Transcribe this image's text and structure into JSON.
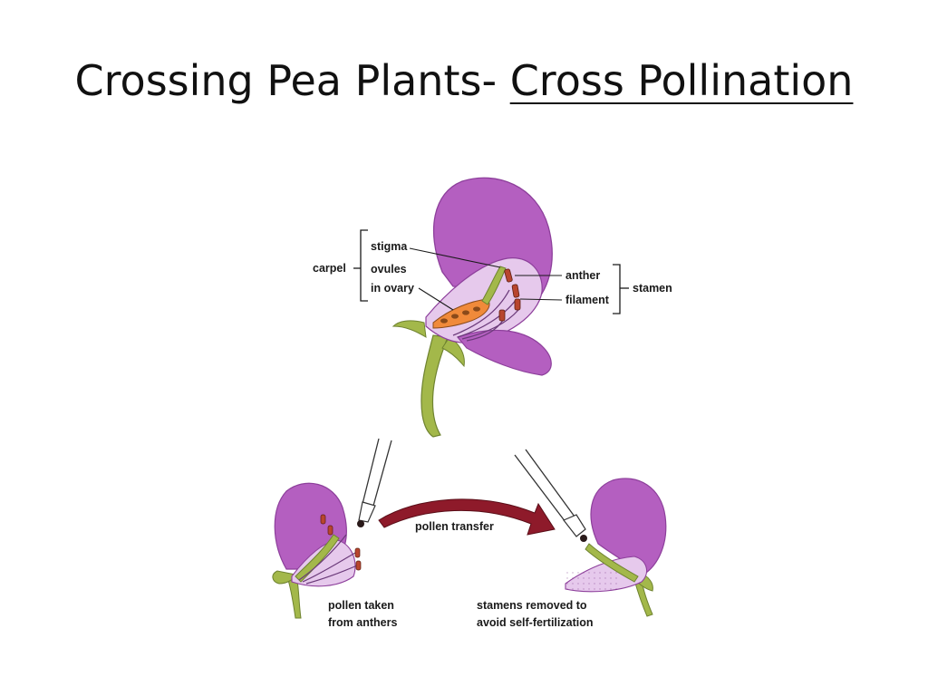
{
  "title": {
    "prefix": "Crossing Pea Plants- ",
    "emphasis": "Cross Pollination"
  },
  "labels": {
    "carpel": "carpel",
    "stigma": "stigma",
    "ovules_line1": "ovules",
    "ovules_line2": "in ovary",
    "anther": "anther",
    "filament": "filament",
    "stamen": "stamen",
    "pollen_transfer": "pollen transfer",
    "left_caption_line1": "pollen taken",
    "left_caption_line2": "from anthers",
    "right_caption_line1": "stamens removed to",
    "right_caption_line2": "avoid self-fertilization"
  },
  "colors": {
    "petal": "#b45fc0",
    "petal_dark": "#8d3f9b",
    "petal_light": "#e6c9ec",
    "stem": "#a3b84a",
    "stem_dark": "#6f8330",
    "ovary": "#f08a3a",
    "anther": "#b8452e",
    "arrow": "#8e1a2a"
  }
}
